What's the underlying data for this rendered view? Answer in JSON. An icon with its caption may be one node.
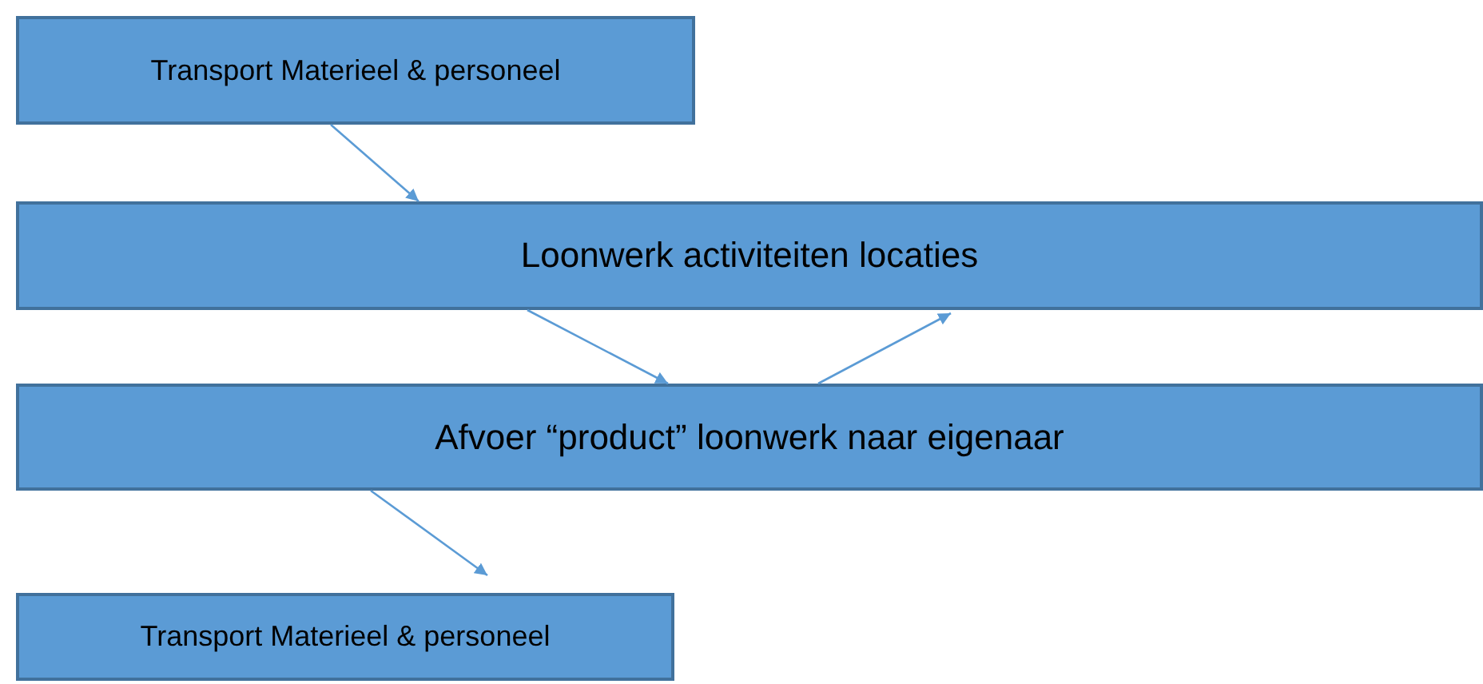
{
  "diagram": {
    "nodes": [
      {
        "text": [
          "Transport Materieel & personeel"
        ]
      },
      {
        "text": [
          "Loonwerk activiteiten locaties"
        ]
      },
      {
        "text": [
          "Afvoer “product” loonwerk naar eigenaar"
        ]
      },
      {
        "text": [
          "Transport Materieel & personeel"
        ]
      }
    ],
    "edges": [
      {
        "from": 0,
        "to": 1,
        "arrow": "to"
      },
      {
        "from": 1,
        "to": 2,
        "arrow": "to"
      },
      {
        "from": 2,
        "to": 1,
        "arrow": "to"
      },
      {
        "from": 2,
        "to": 3,
        "arrow": "to"
      }
    ]
  }
}
